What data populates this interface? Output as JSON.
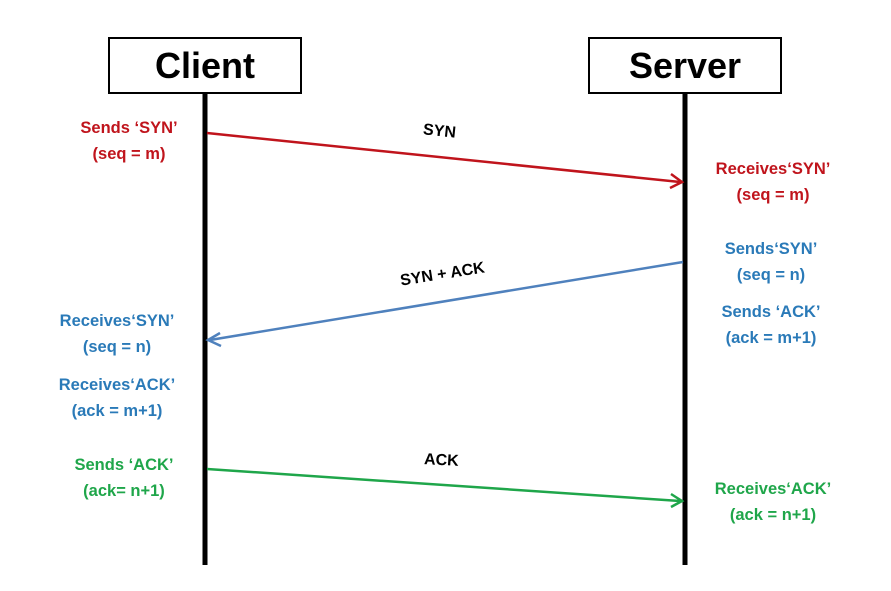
{
  "participants": {
    "client": "Client",
    "server": "Server"
  },
  "messages": [
    {
      "label": "SYN",
      "color": "#c0141c"
    },
    {
      "label": "SYN + ACK",
      "color": "#4f81bd"
    },
    {
      "label": "ACK",
      "color": "#1fa64a"
    }
  ],
  "notes": {
    "client_sends_syn": {
      "line1": "Sends ‘SYN’",
      "line2": "(seq = m)"
    },
    "server_receives_syn": {
      "line1": "Receives‘SYN’",
      "line2": "(seq = m)"
    },
    "server_sends_syn": {
      "line1": "Sends‘SYN’",
      "line2": "(seq = n)"
    },
    "server_sends_ack": {
      "line1": "Sends ‘ACK’",
      "line2": "(ack = m+1)"
    },
    "client_receives_syn": {
      "line1": "Receives‘SYN’",
      "line2": "(seq = n)"
    },
    "client_receives_ack": {
      "line1": "Receives‘ACK’",
      "line2": "(ack = m+1)"
    },
    "client_sends_ack": {
      "line1": "Sends ‘ACK’",
      "line2": "(ack= n+1)"
    },
    "server_receives_ack": {
      "line1": "Receives‘ACK’",
      "line2": "(ack = n+1)"
    }
  },
  "colors": {
    "syn": "#c0141c",
    "syn_ack": "#2a7ab8",
    "ack": "#1fa64a",
    "lifeline": "#000000"
  }
}
